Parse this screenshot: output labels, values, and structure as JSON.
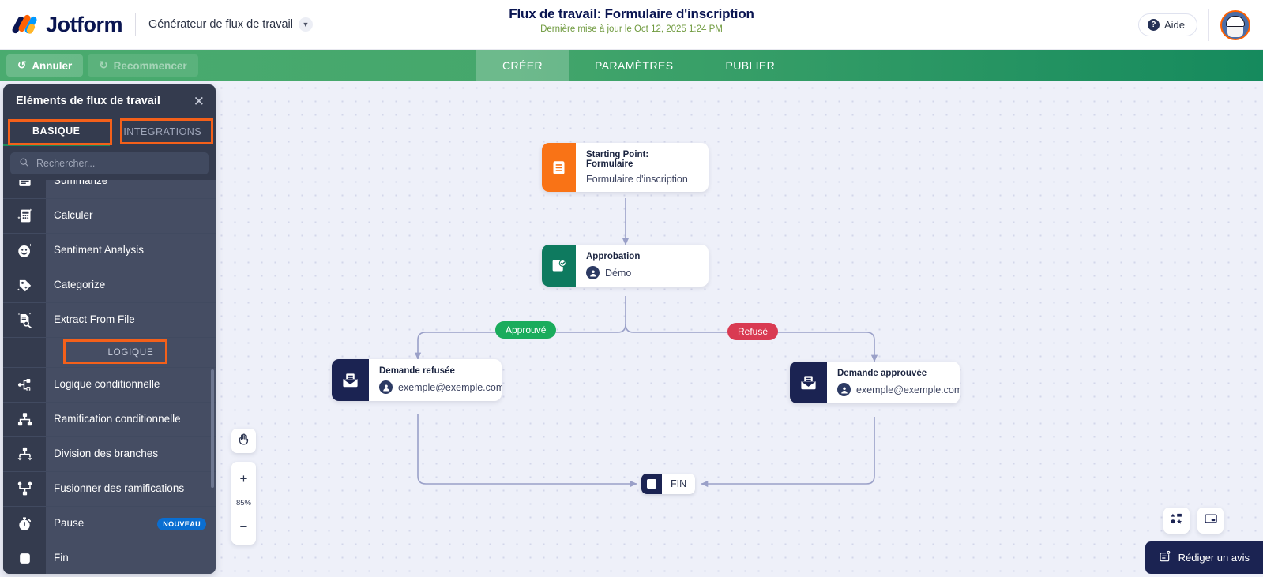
{
  "topbar": {
    "brand": "Jotform",
    "product": "Générateur de flux de travail",
    "title": "Flux de travail: Formulaire d'inscription",
    "subtitle": "Dernière mise à jour le Oct 12, 2025 1:24 PM",
    "help_label": "Aide",
    "help_icon": "question-mark-icon",
    "chevron_icon": "chevron-down-icon",
    "avatar_icon": "user-avatar"
  },
  "toolbar": {
    "undo_label": "Annuler",
    "redo_label": "Recommencer",
    "undo_icon": "undo-arrow-icon",
    "redo_icon": "redo-arrow-icon",
    "tabs": [
      {
        "label": "CRÉER",
        "active": true
      },
      {
        "label": "PARAMÈTRES",
        "active": false
      },
      {
        "label": "PUBLIER",
        "active": false
      }
    ]
  },
  "panel": {
    "title": "Eléments de flux de travail",
    "close_icon": "close-icon",
    "tabs": [
      {
        "label": "BASIQUE",
        "active": true,
        "highlighted": true
      },
      {
        "label": "INTEGRATIONS",
        "active": false,
        "highlighted": true
      }
    ],
    "search": {
      "placeholder": "Rechercher...",
      "value": "",
      "icon": "search-icon"
    },
    "items": [
      {
        "type": "item",
        "label": "Summarize",
        "icon": "summarize-icon",
        "badge": ""
      },
      {
        "type": "item",
        "label": "Calculer",
        "icon": "calculator-sparkle-icon",
        "badge": ""
      },
      {
        "type": "item",
        "label": "Sentiment Analysis",
        "icon": "smiley-sparkle-icon",
        "badge": ""
      },
      {
        "type": "item",
        "label": "Categorize",
        "icon": "tag-sparkle-icon",
        "badge": ""
      },
      {
        "type": "item",
        "label": "Extract From File",
        "icon": "extract-file-icon",
        "badge": ""
      },
      {
        "type": "section",
        "label": "LOGIQUE",
        "highlighted": true
      },
      {
        "type": "item",
        "label": "Logique conditionnelle",
        "icon": "conditional-logic-icon",
        "badge": ""
      },
      {
        "type": "item",
        "label": "Ramification conditionnelle",
        "icon": "conditional-branch-icon",
        "badge": ""
      },
      {
        "type": "item",
        "label": "Division des branches",
        "icon": "split-branch-icon",
        "badge": ""
      },
      {
        "type": "item",
        "label": "Fusionner des ramifications",
        "icon": "merge-branch-icon",
        "badge": ""
      },
      {
        "type": "item",
        "label": "Pause",
        "icon": "timer-icon",
        "badge": "NOUVEAU"
      },
      {
        "type": "item",
        "label": "Fin",
        "icon": "end-square-icon",
        "badge": ""
      }
    ]
  },
  "canvas": {
    "nodes": [
      {
        "id": "start",
        "title": "Starting Point: Formulaire",
        "subtitle": "Formulaire d'inscription",
        "icon": "form-icon",
        "accent": "#f97316",
        "has_avatar": false
      },
      {
        "id": "approval",
        "title": "Approbation",
        "subtitle": "Démo",
        "icon": "approval-icon",
        "accent": "#0e7a5f",
        "has_avatar": true
      },
      {
        "id": "email_left",
        "title": "Demande refusée",
        "subtitle": "exemple@exemple.com",
        "icon": "email-icon",
        "accent": "#1b2352",
        "has_avatar": true
      },
      {
        "id": "email_right",
        "title": "Demande approuvée",
        "subtitle": "exemple@exemple.com",
        "icon": "email-icon",
        "accent": "#1b2352",
        "has_avatar": true
      }
    ],
    "branch_labels": [
      {
        "label": "Approuvé",
        "color": "#1aac5c"
      },
      {
        "label": "Refusé",
        "color": "#d93a52"
      }
    ],
    "end_node": {
      "label": "FIN",
      "icon": "end-square-icon"
    }
  },
  "zoom_controls": {
    "hand_icon": "hand-tool-icon",
    "zoom_in_label": "+",
    "zoom_level": "85%",
    "zoom_out_label": "−"
  },
  "bottom_right": {
    "shapes_icon": "shapes-icon",
    "minimap_icon": "minimap-icon",
    "review_label": "Rédiger un avis",
    "review_icon": "review-note-icon"
  }
}
